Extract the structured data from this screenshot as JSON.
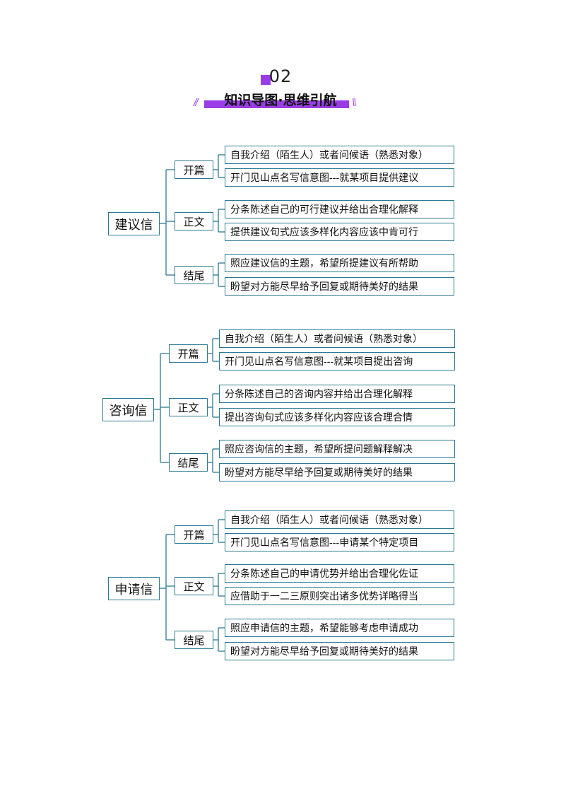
{
  "header": {
    "number": "02",
    "title": "知识导图·思维引航",
    "slash_left": "//",
    "slash_right": "\\\\"
  },
  "trees": [
    {
      "root": "建议信",
      "branches": [
        {
          "label": "开篇",
          "leaves": [
            "自我介绍（陌生人）或者问候语（熟悉对象）",
            "开门见山点名写信意图---就某项目提供建议"
          ]
        },
        {
          "label": "正文",
          "leaves": [
            "分条陈述自己的可行建议并给出合理化解释",
            "提供建议句式应该多样化内容应该中肯可行"
          ]
        },
        {
          "label": "结尾",
          "leaves": [
            "照应建议信的主题，希望所提建议有所帮助",
            "盼望对方能尽早给予回复或期待美好的结果"
          ]
        }
      ]
    },
    {
      "root": "咨询信",
      "branches": [
        {
          "label": "开篇",
          "leaves": [
            "自我介绍（陌生人）或者问候语（熟悉对象）",
            "开门见山点名写信意图---就某项目提出咨询"
          ]
        },
        {
          "label": "正文",
          "leaves": [
            "分条陈述自己的咨询内容并给出合理化解释",
            "提出咨询句式应该多样化内容应该合理合情"
          ]
        },
        {
          "label": "结尾",
          "leaves": [
            "照应咨询信的主题，希望所提问题解释解决",
            "盼望对方能尽早给予回复或期待美好的结果"
          ]
        }
      ]
    },
    {
      "root": "申请信",
      "branches": [
        {
          "label": "开篇",
          "leaves": [
            "自我介绍（陌生人）或者问候语（熟悉对象）",
            "开门见山点名写信意图---申请某个特定项目"
          ]
        },
        {
          "label": "正文",
          "leaves": [
            "分条陈述自己的申请优势并给出合理化佐证",
            "应借助于一二三原则突出诸多优势详略得当"
          ]
        },
        {
          "label": "结尾",
          "leaves": [
            "照应申请信的主题，希望能够考虑申请成功",
            "盼望对方能尽早给予回复或期待美好的结果"
          ]
        }
      ]
    }
  ],
  "colors": {
    "border": "#2c7a92",
    "accent": "#9b3de6"
  }
}
